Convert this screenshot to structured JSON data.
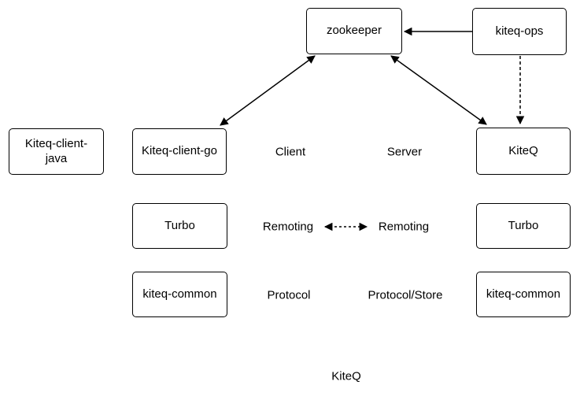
{
  "diagram": {
    "title": "KiteQ",
    "colors": {
      "stroke": "#000000",
      "node_fill": "#ffffff",
      "text": "#000000",
      "background": "#ffffff"
    },
    "nodes": {
      "zookeeper": {
        "label": "zookeeper"
      },
      "kiteq_ops": {
        "label": "kiteq-ops"
      },
      "kiteq_client_java": {
        "label": "Kiteq-client-\njava"
      },
      "kiteq_client_go": {
        "label": "Kiteq-client-go"
      },
      "kiteq": {
        "label": "KiteQ"
      },
      "turbo_client": {
        "label": "Turbo"
      },
      "turbo_server": {
        "label": "Turbo"
      },
      "kiteq_common_client": {
        "label": "kiteq-common"
      },
      "kiteq_common_server": {
        "label": "kiteq-common"
      }
    },
    "labels": {
      "client": {
        "text": "Client"
      },
      "server": {
        "text": "Server"
      },
      "remoting_client": {
        "text": "Remoting"
      },
      "remoting_server": {
        "text": "Remoting"
      },
      "protocol": {
        "text": "Protocol"
      },
      "protocol_store": {
        "text": "Protocol/Store"
      }
    },
    "edges": [
      {
        "from": "kiteq-ops",
        "to": "zookeeper",
        "style": "solid",
        "arrows": "end"
      },
      {
        "from": "zookeeper",
        "to": "kiteq-client-go",
        "style": "solid",
        "arrows": "both"
      },
      {
        "from": "zookeeper",
        "to": "kiteq",
        "style": "solid",
        "arrows": "both"
      },
      {
        "from": "kiteq-ops",
        "to": "kiteq",
        "style": "dashed",
        "arrows": "end"
      },
      {
        "from": "remoting-client",
        "to": "remoting-server",
        "style": "dashed",
        "arrows": "both"
      }
    ]
  }
}
